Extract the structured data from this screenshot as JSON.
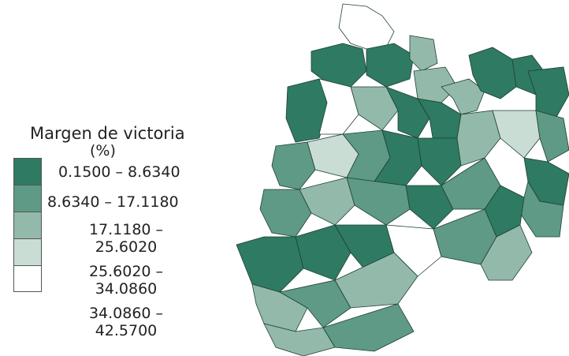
{
  "legend": {
    "title": "Margen de victoria",
    "unit": "(%)",
    "classes": [
      {
        "label": "0.1500 – 8.6340",
        "color": "#2e7a63"
      },
      {
        "label": "8.6340 – 17.1180",
        "color": "#5e9a85"
      },
      {
        "label": "17.1180 – 25.6020",
        "color": "#93b9ab"
      },
      {
        "label": "25.6020 – 34.0860",
        "color": "#c9ddd5"
      },
      {
        "label": "34.0860 – 42.5700",
        "color": "#ffffff"
      }
    ]
  },
  "map": {
    "description_colors": {
      "border": "#1e3f33"
    }
  }
}
